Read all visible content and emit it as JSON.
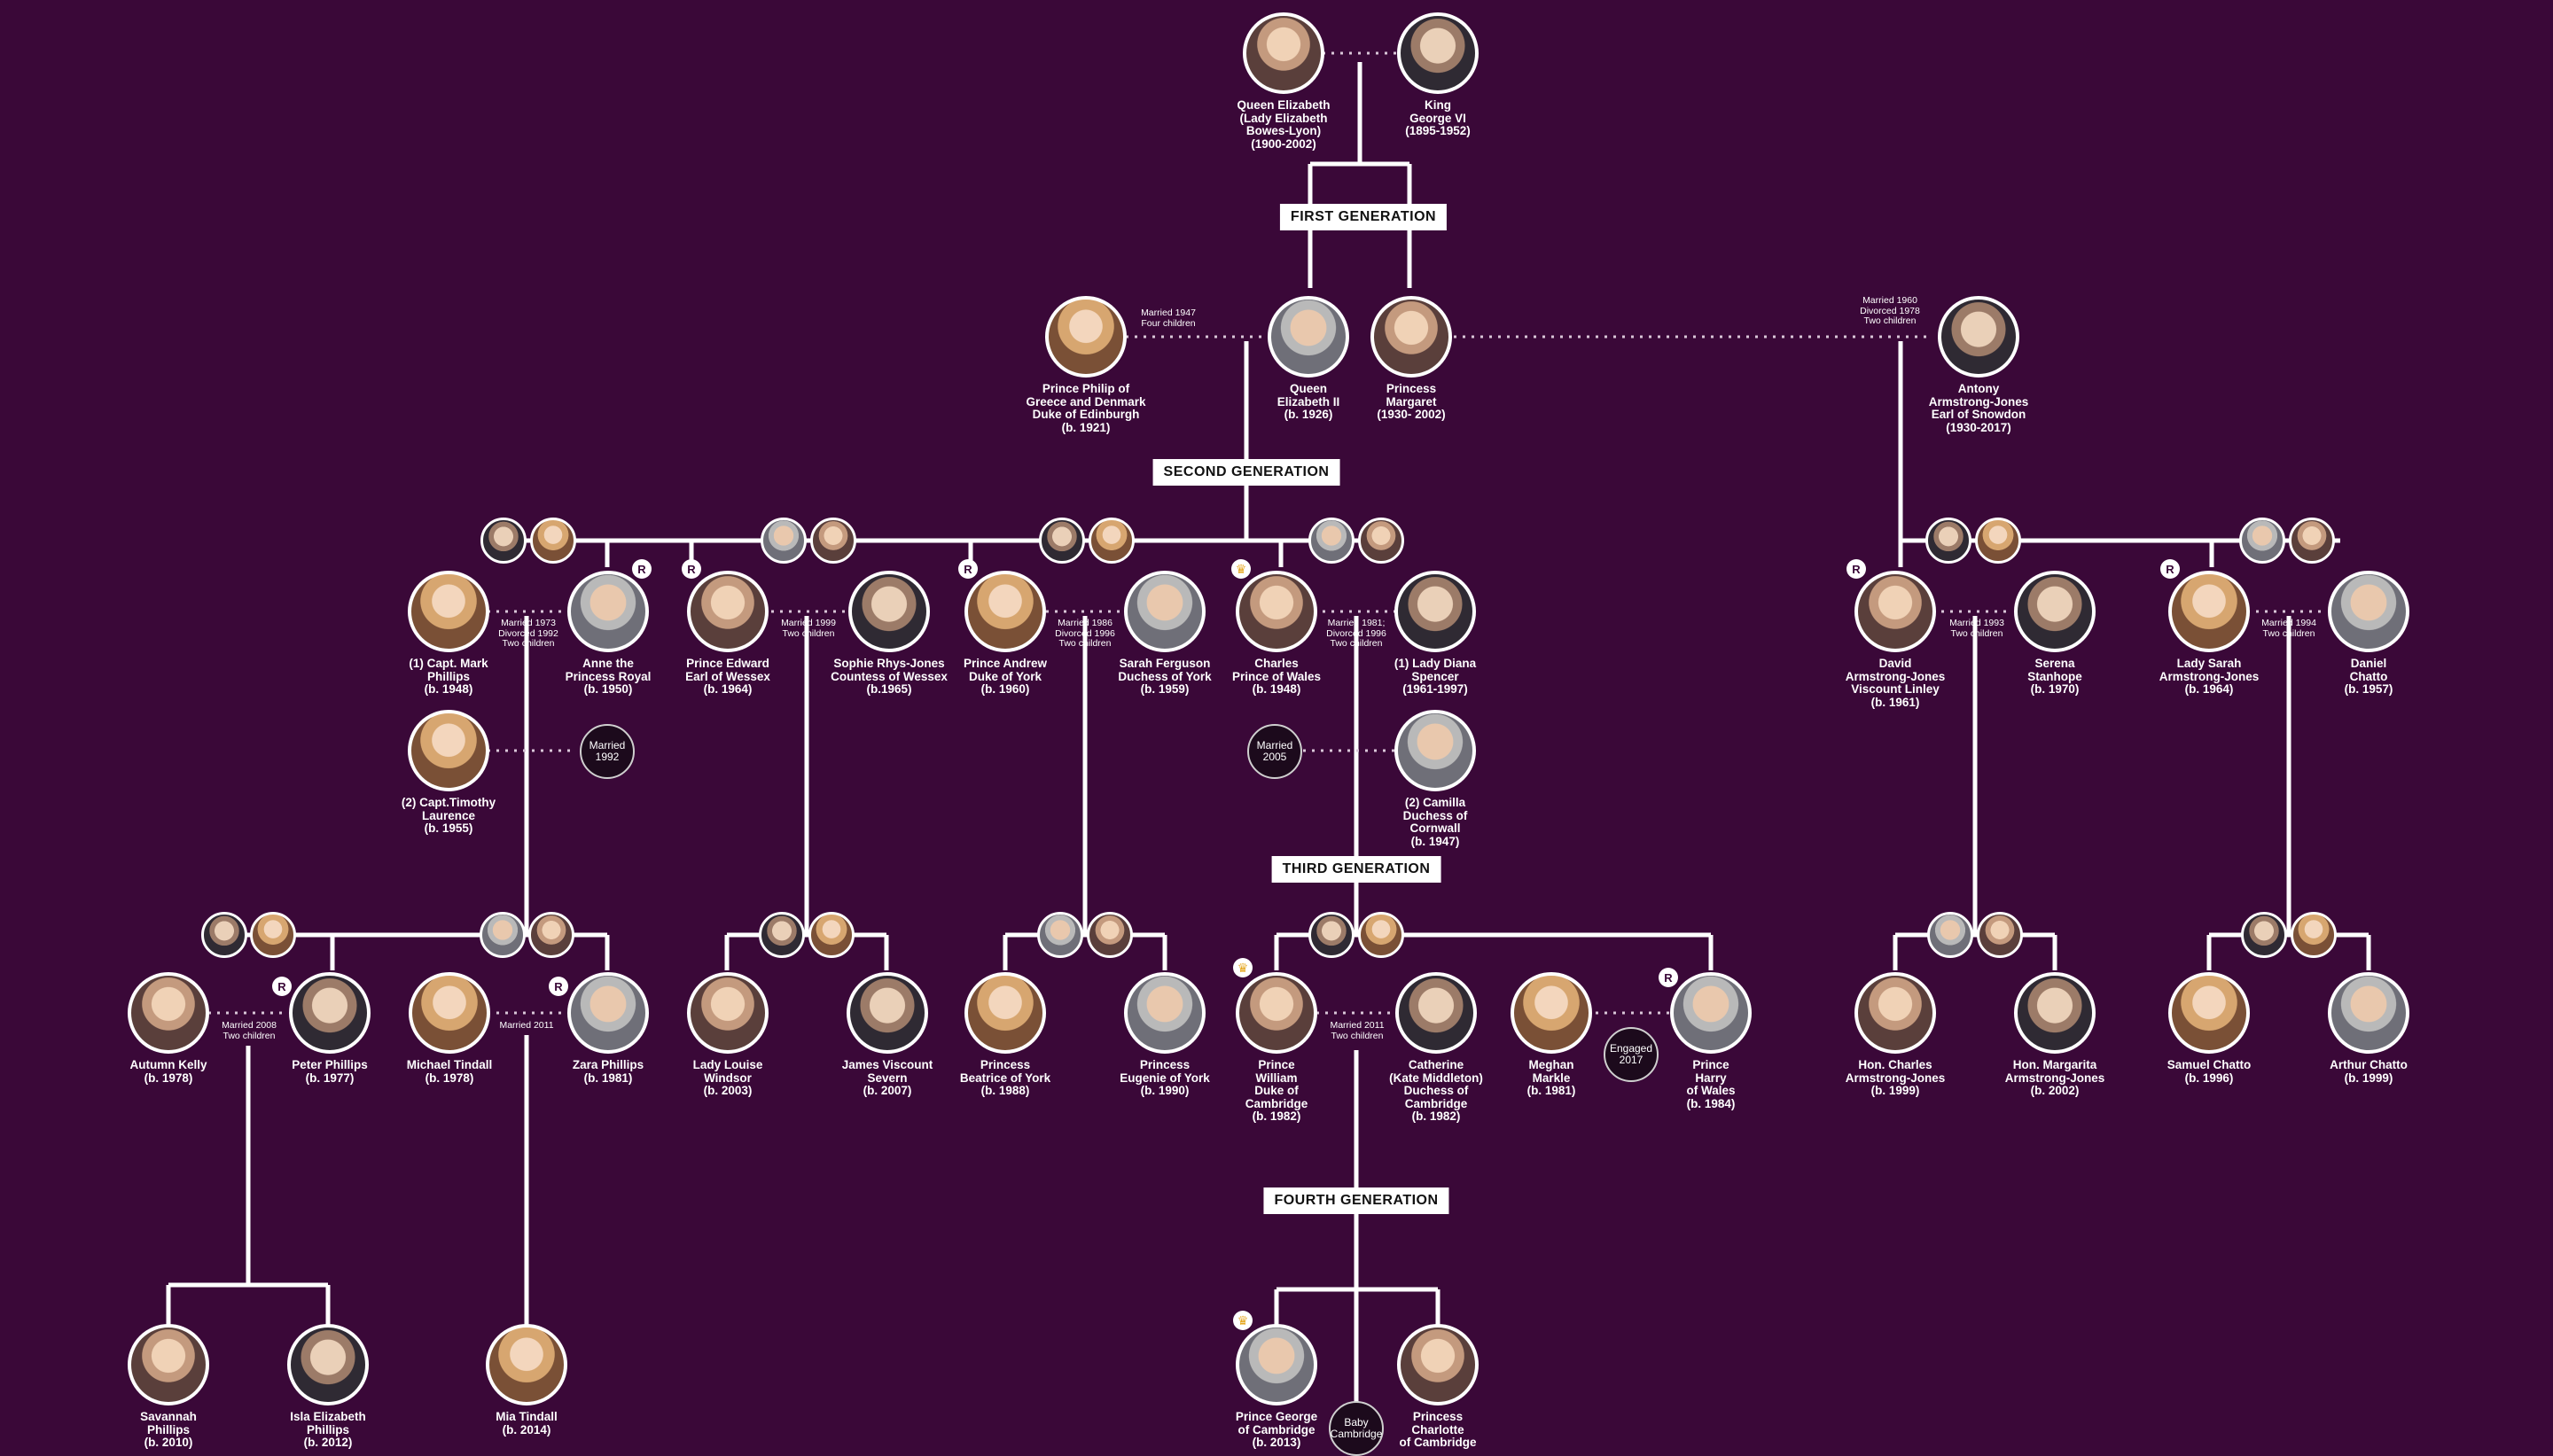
{
  "colors": {
    "background": "#3a0838",
    "line": "#ffffff",
    "label_bg": "#ffffff",
    "crown": "#e6a822"
  },
  "icons": {
    "remarried_badge": "R",
    "heir_icon": "crown-icon"
  },
  "generations": {
    "first": "FIRST GENERATION",
    "second": "SECOND GENERATION",
    "third": "THIRD GENERATION",
    "fourth": "FOURTH GENERATION"
  },
  "people": {
    "queen_mother": "Queen Elizabeth\n(Lady Elizabeth\nBowes-Lyon)\n(1900-2002)",
    "george_vi": "King\nGeorge VI\n(1895-1952)",
    "philip": "Prince Philip of\nGreece and Denmark\nDuke of Edinburgh\n(b. 1921)",
    "elizabeth_ii": "Queen\nElizabeth II\n(b. 1926)",
    "margaret": "Princess\nMargaret\n(1930- 2002)",
    "antony": "Antony\nArmstrong-Jones\nEarl of Snowdon\n(1930-2017)",
    "mark_phillips": "(1) Capt. Mark\nPhillips\n(b. 1948)",
    "anne": "Anne the\nPrincess Royal\n(b. 1950)",
    "edward": "Prince Edward\nEarl of Wessex\n(b. 1964)",
    "sophie": "Sophie Rhys-Jones\nCountess of Wessex\n(b.1965)",
    "andrew": "Prince Andrew\nDuke of York\n(b. 1960)",
    "sarah": "Sarah Ferguson\nDuchess of York\n(b. 1959)",
    "charles": "Charles\nPrince of Wales\n(b. 1948)",
    "diana": "(1) Lady Diana\nSpencer\n(1961-1997)",
    "timothy": "(2) Capt.Timothy\nLaurence\n(b. 1955)",
    "camilla": "(2) Camilla\nDuchess of\nCornwall\n(b. 1947)",
    "david": "David\nArmstrong-Jones\nViscount Linley\n(b. 1961)",
    "serena": "Serena\nStanhope\n(b. 1970)",
    "sarah_aj": "Lady Sarah\nArmstrong-Jones\n(b. 1964)",
    "daniel": "Daniel\nChatto\n(b. 1957)",
    "autumn": "Autumn Kelly\n(b. 1978)",
    "peter": "Peter Phillips\n(b. 1977)",
    "mike": "Michael Tindall\n(b. 1978)",
    "zara": "Zara Phillips\n(b. 1981)",
    "louise": "Lady Louise\nWindsor\n(b. 2003)",
    "james": "James Viscount\nSevern\n(b. 2007)",
    "beatrice": "Princess\nBeatrice of York\n(b. 1988)",
    "eugenie": "Princess\nEugenie of York\n(b. 1990)",
    "william": "Prince\nWilliam\nDuke of\nCambridge\n(b. 1982)",
    "catherine": "Catherine\n(Kate Middleton)\nDuchess of\nCambridge\n(b. 1982)",
    "meghan": "Meghan\nMarkle\n(b. 1981)",
    "harry": "Prince\nHarry\nof Wales\n(b. 1984)",
    "charles_aj": "Hon. Charles\nArmstrong-Jones\n(b. 1999)",
    "margarita": "Hon. Margarita\nArmstrong-Jones\n(b. 2002)",
    "samuel": "Samuel Chatto\n(b. 1996)",
    "arthur": "Arthur Chatto\n(b. 1999)",
    "savannah": "Savannah\nPhillips\n(b. 2010)",
    "isla": "Isla Elizabeth\nPhillips\n(b. 2012)",
    "mia": "Mia Tindall\n(b. 2014)",
    "george": "Prince George\nof Cambridge\n(b. 2013)",
    "charlotte": "Princess\nCharlotte\nof Cambridge"
  },
  "marriages": {
    "philip_elizabeth": "Married 1947\nFour children",
    "margaret_antony": "Married 1960\nDivorced 1978\nTwo children",
    "mark_anne": "Married 1973\nDivorced 1992\nTwo children",
    "edward_sophie": "Married 1999\nTwo children",
    "andrew_sarah": "Married 1986\nDivorced 1996\nTwo children",
    "charles_diana": "Married 1981;\nDivorced 1996\nTwo children",
    "david_serena": "Married 1993\nTwo children",
    "sarah_daniel": "Married 1994\nTwo children",
    "autumn_peter": "Married 2008\nTwo children",
    "mike_zara": "Married 2011",
    "william_catherine": "Married 2011\nTwo children"
  },
  "bubbles": {
    "anne_timothy": "Married\n1992",
    "charles_camilla": "Married\n2005",
    "harry_meghan": "Engaged\n2017",
    "baby": "Baby\nCambridge"
  }
}
